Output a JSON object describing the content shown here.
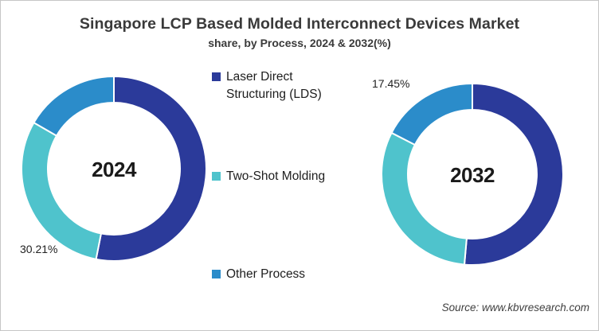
{
  "title": "Singapore LCP Based Molded Interconnect Devices Market",
  "subtitle": "share, by Process, 2024 & 2032(%)",
  "source": "Source: www.kbvresearch.com",
  "palette": {
    "laser_direct_structuring": "#2b3a9a",
    "two_shot_molding": "#4fc3cc",
    "other_process": "#2b8cca"
  },
  "legend": {
    "items": [
      {
        "label": "Laser Direct Structuring (LDS)",
        "color": "#2b3a9a"
      },
      {
        "label": "Two-Shot Molding",
        "color": "#4fc3cc"
      },
      {
        "label": "Other Process",
        "color": "#2b8cca"
      }
    ]
  },
  "chart_data": [
    {
      "type": "pie",
      "subtype": "donut",
      "center_label": "2024",
      "categories": [
        "Laser Direct Structuring (LDS)",
        "Two-Shot Molding",
        "Other Process"
      ],
      "values": [
        53.1,
        30.21,
        16.69
      ],
      "colors": [
        "#2b3a9a",
        "#4fc3cc",
        "#2b8cca"
      ],
      "start_angle_deg": 0,
      "direction": "clockwise",
      "pct_label": {
        "text": "30.21%",
        "slice": "Two-Shot Molding"
      }
    },
    {
      "type": "pie",
      "subtype": "donut",
      "center_label": "2032",
      "categories": [
        "Laser Direct Structuring (LDS)",
        "Two-Shot Molding",
        "Other Process"
      ],
      "values": [
        51.4,
        31.15,
        17.45
      ],
      "colors": [
        "#2b3a9a",
        "#4fc3cc",
        "#2b8cca"
      ],
      "start_angle_deg": 0,
      "direction": "clockwise",
      "pct_label": {
        "text": "17.45%",
        "slice": "Other Process"
      }
    }
  ]
}
